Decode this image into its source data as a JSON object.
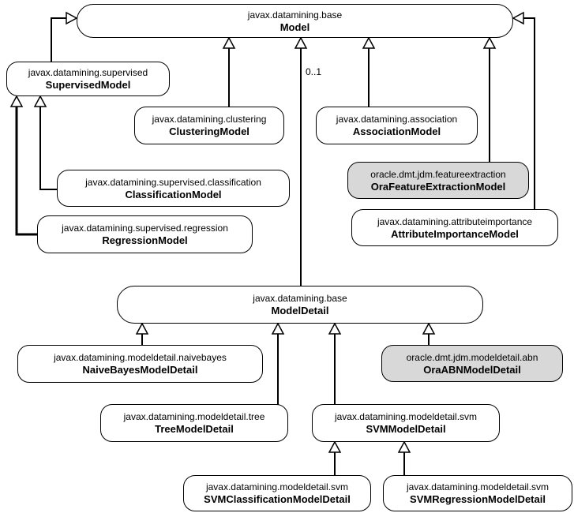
{
  "diagram": {
    "kind": "uml-class-hierarchy",
    "labels": {
      "multiplicity": "0..1"
    },
    "colors": {
      "background": "#ffffff",
      "node_fill": "#ffffff",
      "oracle_node_fill": "#d8d8d8",
      "line": "#000000"
    },
    "nodes": {
      "model": {
        "package": "javax.datamining.base",
        "name": "Model"
      },
      "supervised_model": {
        "package": "javax.datamining.supervised",
        "name": "SupervisedModel"
      },
      "clustering_model": {
        "package": "javax.datamining.clustering",
        "name": "ClusteringModel"
      },
      "association_model": {
        "package": "javax.datamining.association",
        "name": "AssociationModel"
      },
      "classification_model": {
        "package": "javax.datamining.supervised.classification",
        "name": "ClassificationModel"
      },
      "ora_feature_extraction_model": {
        "package": "oracle.dmt.jdm.featureextraction",
        "name": "OraFeatureExtractionModel"
      },
      "regression_model": {
        "package": "javax.datamining.supervised.regression",
        "name": "RegressionModel"
      },
      "attribute_importance_model": {
        "package": "javax.datamining.attributeimportance",
        "name": "AttributeImportanceModel"
      },
      "model_detail": {
        "package": "javax.datamining.base",
        "name": "ModelDetail"
      },
      "naive_bayes_model_detail": {
        "package": "javax.datamining.modeldetail.naivebayes",
        "name": "NaiveBayesModelDetail"
      },
      "ora_abn_model_detail": {
        "package": "oracle.dmt.jdm.modeldetail.abn",
        "name": "OraABNModelDetail"
      },
      "tree_model_detail": {
        "package": "javax.datamining.modeldetail.tree",
        "name": "TreeModelDetail"
      },
      "svm_model_detail": {
        "package": "javax.datamining.modeldetail.svm",
        "name": "SVMModelDetail"
      },
      "svm_classification_model_detail": {
        "package": "javax.datamining.modeldetail.svm",
        "name": "SVMClassificationModelDetail"
      },
      "svm_regression_model_detail": {
        "package": "javax.datamining.modeldetail.svm",
        "name": "SVMRegressionModelDetail"
      }
    },
    "edges": [
      {
        "from": "SupervisedModel",
        "to": "Model",
        "type": "generalization"
      },
      {
        "from": "ClusteringModel",
        "to": "Model",
        "type": "generalization"
      },
      {
        "from": "AssociationModel",
        "to": "Model",
        "type": "generalization"
      },
      {
        "from": "OraFeatureExtractionModel",
        "to": "Model",
        "type": "generalization"
      },
      {
        "from": "AttributeImportanceModel",
        "to": "Model",
        "type": "generalization"
      },
      {
        "from": "ClassificationModel",
        "to": "SupervisedModel",
        "type": "generalization"
      },
      {
        "from": "RegressionModel",
        "to": "SupervisedModel",
        "type": "generalization"
      },
      {
        "from": "ModelDetail",
        "to": "Model",
        "type": "generalization",
        "multiplicity": "0..1"
      },
      {
        "from": "NaiveBayesModelDetail",
        "to": "ModelDetail",
        "type": "generalization"
      },
      {
        "from": "OraABNModelDetail",
        "to": "ModelDetail",
        "type": "generalization"
      },
      {
        "from": "TreeModelDetail",
        "to": "ModelDetail",
        "type": "generalization"
      },
      {
        "from": "SVMModelDetail",
        "to": "ModelDetail",
        "type": "generalization"
      },
      {
        "from": "SVMClassificationModelDetail",
        "to": "SVMModelDetail",
        "type": "generalization"
      },
      {
        "from": "SVMRegressionModelDetail",
        "to": "SVMModelDetail",
        "type": "generalization"
      }
    ]
  }
}
